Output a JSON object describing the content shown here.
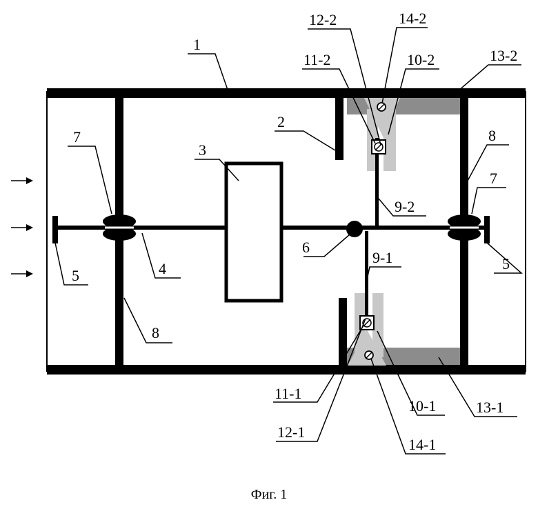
{
  "figure": {
    "caption": "Фиг. 1",
    "colors": {
      "line": "#000000",
      "background": "#ffffff",
      "gray_fill": "#8c8c8c",
      "light_fill": "#c8c8c8"
    },
    "labels": {
      "l1": "1",
      "l2": "2",
      "l3": "3",
      "l4": "4",
      "l5_left": "5",
      "l5_right": "5",
      "l6": "6",
      "l7_left": "7",
      "l7_right": "7",
      "l8_left": "8",
      "l8_right": "8",
      "l9_1": "9-1",
      "l9_2": "9-2",
      "l10_1": "10-1",
      "l10_2": "10-2",
      "l11_1": "11-1",
      "l11_2": "11-2",
      "l12_1": "12-1",
      "l12_2": "12-2",
      "l13_1": "13-1",
      "l13_2": "13-2",
      "l14_1": "14-1",
      "l14_2": "14-2"
    },
    "flow_arrow_count": 3
  }
}
